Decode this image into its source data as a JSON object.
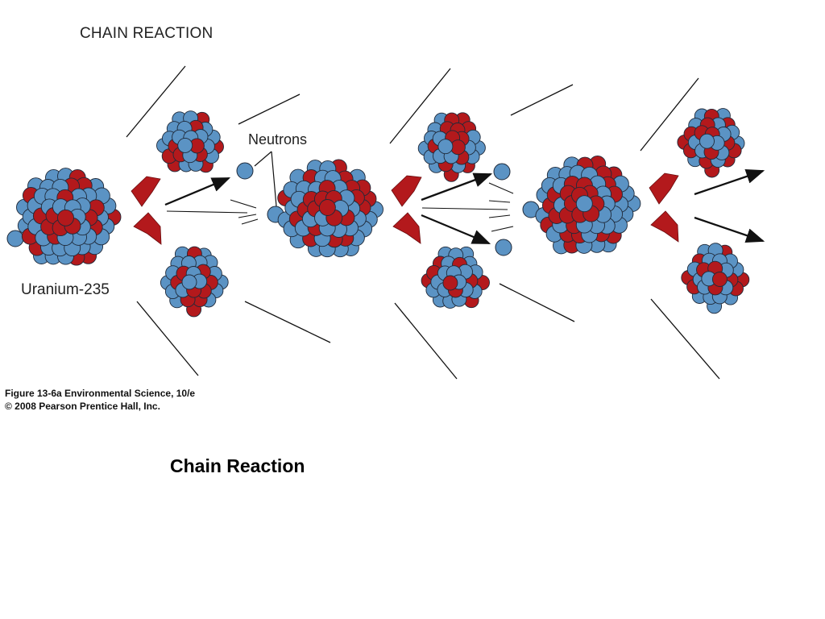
{
  "diagram": {
    "title": "CHAIN REACTION",
    "neutrons_label": "Neutrons",
    "uranium_label": "Uranium-235",
    "colors": {
      "proton": "#b3191c",
      "neutron": "#5b93c4",
      "outline": "#1f2a3a",
      "fragment_arrow": "#b3191c",
      "line": "#111111"
    }
  },
  "credit": {
    "line1": "Figure 13-6a  Environmental Science, 10/e",
    "line2": "© 2008 Pearson Prentice Hall, Inc."
  },
  "slide": {
    "caption": "Chain Reaction"
  }
}
